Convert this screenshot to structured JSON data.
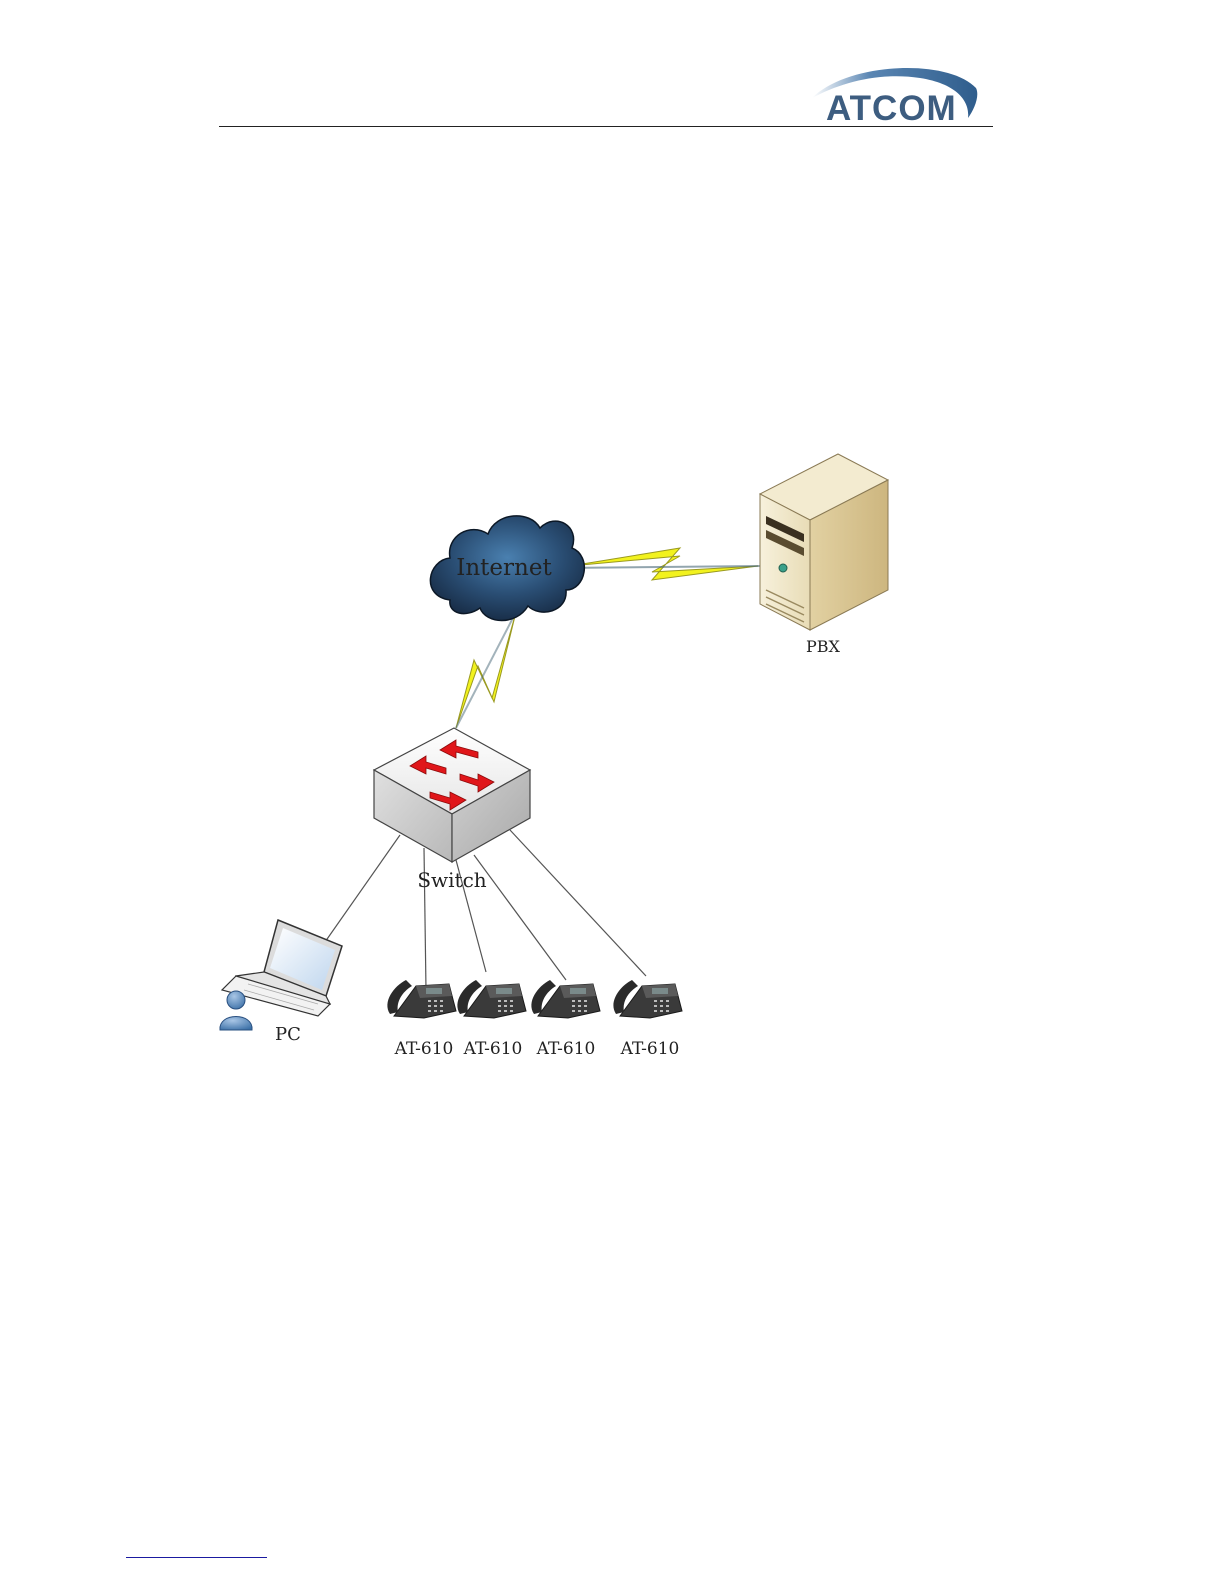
{
  "header": {
    "logo_text": "ATCOM",
    "colors": {
      "logo_text": "#3d5d80",
      "logo_swoosh": "#3f6f9e"
    }
  },
  "diagram": {
    "nodes": {
      "internet": {
        "label": "Internet",
        "icon": "cloud-icon"
      },
      "pbx": {
        "label": "PBX",
        "icon": "server-tower-icon"
      },
      "switch": {
        "label": "Switch",
        "icon": "network-switch-icon"
      },
      "pc": {
        "label": "PC",
        "icon": "laptop-user-icon"
      },
      "phones": [
        {
          "label": "AT-610",
          "icon": "desk-phone-icon"
        },
        {
          "label": "AT-610",
          "icon": "desk-phone-icon"
        },
        {
          "label": "AT-610",
          "icon": "desk-phone-icon"
        },
        {
          "label": "AT-610",
          "icon": "desk-phone-icon"
        }
      ]
    },
    "links": [
      {
        "from": "internet",
        "to": "pbx",
        "style": "lightning"
      },
      {
        "from": "internet",
        "to": "switch",
        "style": "lightning"
      },
      {
        "from": "switch",
        "to": "pc",
        "style": "line"
      },
      {
        "from": "switch",
        "to": "phone-1",
        "style": "line"
      },
      {
        "from": "switch",
        "to": "phone-2",
        "style": "line"
      },
      {
        "from": "switch",
        "to": "phone-3",
        "style": "line"
      },
      {
        "from": "switch",
        "to": "phone-4",
        "style": "line"
      }
    ],
    "colors": {
      "lightning": "#f2f21e",
      "cloud": "#2a4a6e",
      "server": "#efe6c8",
      "switch_arrow": "#e0161a",
      "cable": "#555555"
    }
  }
}
